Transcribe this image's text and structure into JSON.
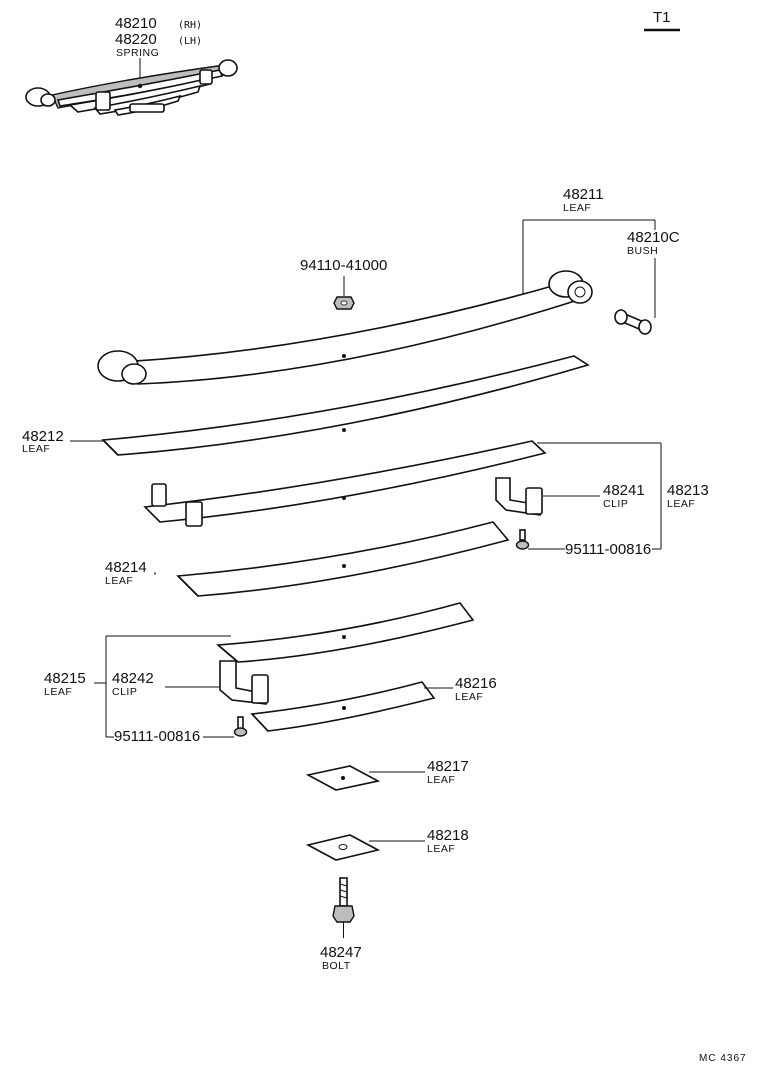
{
  "header": {
    "page_code": "T1"
  },
  "footer": {
    "figure_code": "MC 4367"
  },
  "assembly": {
    "part_numbers": [
      "48210",
      "48220"
    ],
    "sides": [
      "(RH)",
      "(LH)"
    ],
    "name": "SPRING"
  },
  "callouts": [
    {
      "id": "48211",
      "name": "LEAF"
    },
    {
      "id": "48210C",
      "name": "BUSH"
    },
    {
      "id": "94110-41000",
      "name": ""
    },
    {
      "id": "48212",
      "name": "LEAF"
    },
    {
      "id": "48241",
      "name": "CLIP"
    },
    {
      "id": "48213",
      "name": "LEAF"
    },
    {
      "id": "95111-00816",
      "name": ""
    },
    {
      "id": "48214",
      "name": "LEAF"
    },
    {
      "id": "48215",
      "name": "LEAF"
    },
    {
      "id": "48242",
      "name": "CLIP"
    },
    {
      "id": "48216",
      "name": "LEAF"
    },
    {
      "id": "95111-00816",
      "name": ""
    },
    {
      "id": "48217",
      "name": "LEAF"
    },
    {
      "id": "48218",
      "name": "LEAF"
    },
    {
      "id": "48247",
      "name": "BOLT"
    }
  ]
}
